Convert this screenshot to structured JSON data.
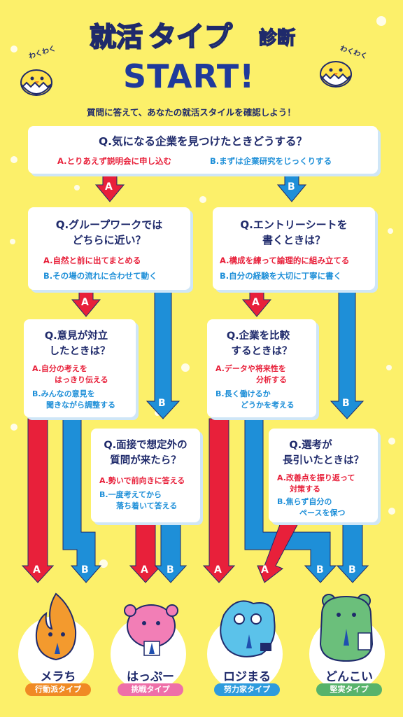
{
  "header": {
    "title_1": "就活",
    "title_2": "タイプ",
    "title_3": "診断",
    "start": "START!",
    "subtitle": "質問に答えて、あなたの就活スタイルを確認しよう！",
    "wakuwaku_left": "わくわく",
    "wakuwaku_right": "わくわく"
  },
  "questions": {
    "q1": {
      "text": "Q.気になる企業を見つけたときどうする？",
      "a": "A.とりあえず説明会に申し込む",
      "b": "B.まずは企業研究をじっくりする"
    },
    "q2": {
      "line1": "Q.グループワークでは",
      "line2": "どちらに近い？",
      "a": "A.自然と前に出てまとめる",
      "b": "B.その場の流れに合わせて動く"
    },
    "q3": {
      "line1": "Q.エントリーシートを",
      "line2": "書くときは？",
      "a": "A.構成を練って論理的に組み立てる",
      "b": "B.自分の経験を大切に丁寧に書く"
    },
    "q4": {
      "line1": "Q.意見が対立",
      "line2": "したときは？",
      "a1": "A.自分の考えを",
      "a2": "はっきり伝える",
      "b1": "B.みんなの意見を",
      "b2": "聞きながら調整する"
    },
    "q5": {
      "line1": "Q.企業を比較",
      "line2": "するときは？",
      "a1": "A.データや将来性を",
      "a2": "分析する",
      "b1": "B.長く働けるか",
      "b2": "どうかを考える"
    },
    "q6": {
      "line1": "Q.面接で想定外の",
      "line2": "質問が来たら？",
      "a": "A.勢いで前向きに答える",
      "b1": "B.一度考えてから",
      "b2": "落ち着いて答える"
    },
    "q7": {
      "line1": "Q.選考が",
      "line2": "長引いたときは？",
      "a1": "A.改善点を振り返って",
      "a2": "対策する",
      "b1": "B.焦らず自分の",
      "b2": "ペースを保つ"
    }
  },
  "labels": {
    "a": "A",
    "b": "B"
  },
  "results": [
    {
      "name": "メラち",
      "type": "行動派タイプ",
      "type_color": "#F08A24",
      "body_color": "#F39A2E",
      "icon": "flame-character-icon"
    },
    {
      "name": "はっぷー",
      "type": "挑戦タイプ",
      "type_color": "#EE6FA8",
      "body_color": "#F27EB6",
      "icon": "pink-creature-icon"
    },
    {
      "name": "ロジまる",
      "type": "努力家タイプ",
      "type_color": "#2E9BDD",
      "body_color": "#5BC2EA",
      "icon": "blue-blob-icon"
    },
    {
      "name": "どんこい",
      "type": "堅実タイプ",
      "type_color": "#57B36B",
      "body_color": "#6BBF7B",
      "icon": "green-bear-icon"
    }
  ],
  "colors": {
    "background": "#FCF06A",
    "a_path": "#E8203A",
    "b_path": "#1E8FD8",
    "navy": "#1F2A6B"
  }
}
